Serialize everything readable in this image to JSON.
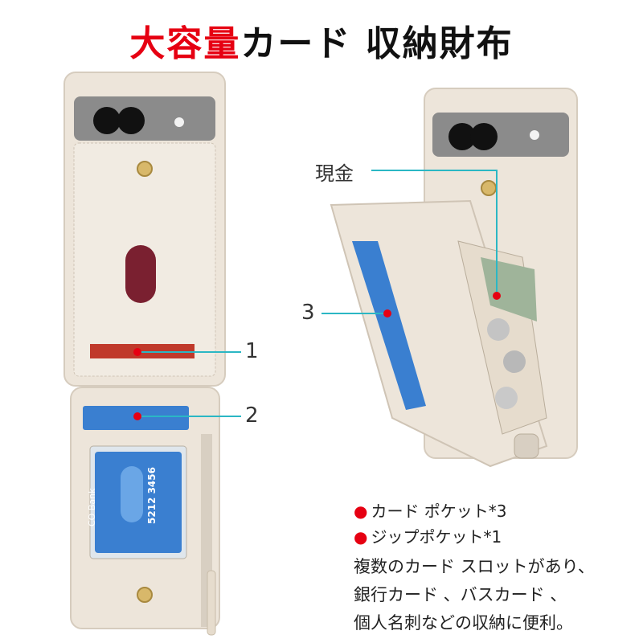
{
  "title": {
    "highlight": "大容量",
    "rest": "カード 収納財布"
  },
  "callouts": {
    "one": "1",
    "two": "2",
    "three": "3",
    "cash": "現金"
  },
  "features": [
    {
      "bullet": "●",
      "text": "カード ポケット*3"
    },
    {
      "bullet": "●",
      "text": "ジップポケット*1"
    }
  ],
  "description": [
    "複数のカード スロットがあり、",
    "銀行カード 、バスカード 、",
    "個人名刺などの収納に便利。"
  ],
  "card_text": {
    "bank": "CO Bank",
    "number": "5212 3456"
  },
  "colors": {
    "accent": "#e60012",
    "callout_line": "#2bb7c4",
    "case": "#ede5da",
    "card": "#3a7fd0"
  }
}
